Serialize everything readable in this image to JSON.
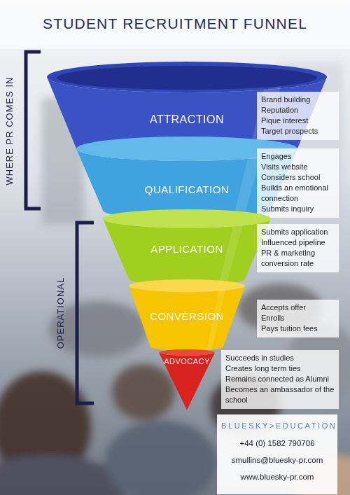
{
  "diagram": {
    "title": "STUDENT RECRUITMENT FUNNEL",
    "nodes": [
      {
        "text": [
          "ATTRACTION"
        ]
      },
      {
        "text": [
          "Brand building",
          "Reputation",
          "Pique interest",
          "Target prospects"
        ]
      },
      {
        "text": [
          "QUALIFICATION"
        ]
      },
      {
        "text": [
          "Engages",
          "Visits website",
          "Considers school",
          "Builds an emotional connection",
          "Submits inquiry"
        ]
      },
      {
        "text": [
          "APPLICATION"
        ]
      },
      {
        "text": [
          "Submits application",
          "Influenced pipeline PR & marketing conversion rate"
        ]
      },
      {
        "text": [
          "CONVERSION"
        ]
      },
      {
        "text": [
          "Accepts offer",
          "Enrolls",
          "Pays tuition fees"
        ]
      },
      {
        "text": [
          "ADVOCACY"
        ]
      },
      {
        "text": [
          "Succeeds in studies",
          "Creates long term ties",
          "Remains connected as Alumni",
          "Becomes an ambassador of the school"
        ]
      },
      {
        "text": [
          "BLUESKY>EDUCATION",
          "+44 (0) 1582 790706",
          "smullins@bluesky-pr.com",
          "www.bluesky-pr.com"
        ]
      }
    ],
    "labels": [
      "WHERE PR COMES IN",
      "OPERATIONAL"
    ]
  }
}
